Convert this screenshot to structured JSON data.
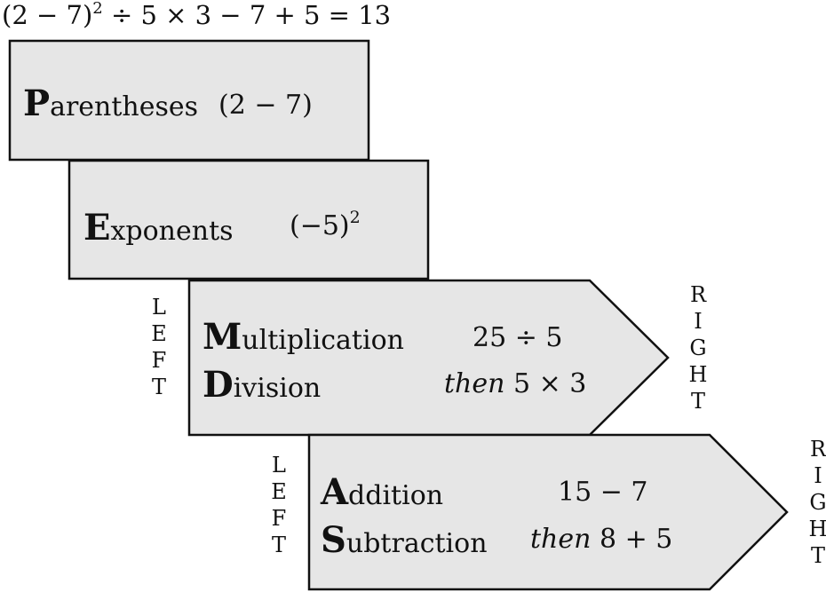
{
  "equation": {
    "base": "(2 − 7)",
    "exp": "2",
    "rest": "÷ 5 × 3 − 7 + 5 = 13"
  },
  "steps": {
    "parentheses": {
      "initial": "P",
      "rest": "arentheses",
      "expr": "(2 − 7)"
    },
    "exponents": {
      "initial": "E",
      "rest": "xponents",
      "expr_base": "(−5)",
      "expr_exp": "2"
    },
    "multiplication": {
      "initial": "M",
      "rest": "ultiplication",
      "expr": "25 ÷ 5"
    },
    "division": {
      "initial": "D",
      "rest": "ivision",
      "then": "then",
      "expr": "5 × 3"
    },
    "addition": {
      "initial": "A",
      "rest": "ddition",
      "expr": "15 − 7"
    },
    "subtraction": {
      "initial": "S",
      "rest": "ubtraction",
      "then": "then",
      "expr": "8 + 5"
    }
  },
  "directions": {
    "left": [
      "L",
      "E",
      "F",
      "T"
    ],
    "right": [
      "R",
      "I",
      "G",
      "H",
      "T"
    ]
  },
  "colors": {
    "box_fill": "#e6e6e6",
    "stroke": "#111111"
  }
}
